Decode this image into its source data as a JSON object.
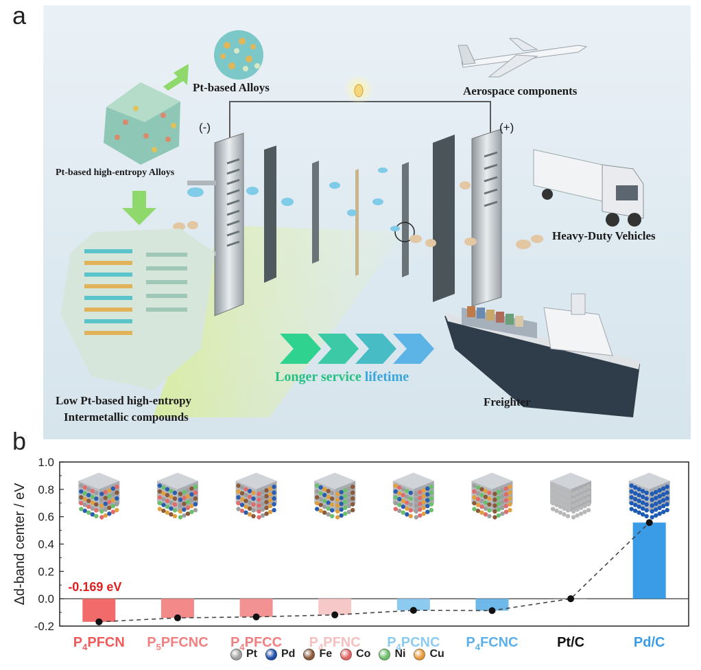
{
  "panel_a": {
    "letter": "a",
    "labels": {
      "pt_alloys": "Pt-based Alloys",
      "pt_hea": "Pt-based high-entropy Alloys",
      "low_pt_line1": "Low Pt-based high-entropy",
      "low_pt_line2": "Intermetallic compounds",
      "aerospace": "Aerospace components",
      "heavy_duty": "Heavy-Duty Vehicles",
      "freighter": "Freighter",
      "minus": "(-)",
      "plus": "(+)",
      "longer_service": "Longer service",
      "lifetime": "lifetime"
    }
  },
  "panel_b": {
    "letter": "b"
  },
  "chart_data": {
    "type": "bar",
    "categories": [
      "P4PFCN",
      "P5PFCNC",
      "P4PFCC",
      "P4PFNC",
      "P4PCNC",
      "P4FCNC",
      "Pt/C",
      "Pd/C"
    ],
    "category_display": [
      {
        "pre": "P",
        "sub": "4",
        "post": "PFCN"
      },
      {
        "pre": "P",
        "sub": "5",
        "post": "PFCNC"
      },
      {
        "pre": "P",
        "sub": "4",
        "post": "PFCC"
      },
      {
        "pre": "P",
        "sub": "4",
        "post": "PFNC"
      },
      {
        "pre": "P",
        "sub": "4",
        "post": "PCNC"
      },
      {
        "pre": "P",
        "sub": "4",
        "post": "FCNC"
      },
      {
        "pre": "Pt/C",
        "sub": "",
        "post": ""
      },
      {
        "pre": "Pd/C",
        "sub": "",
        "post": ""
      }
    ],
    "values": [
      -0.169,
      -0.14,
      -0.133,
      -0.118,
      -0.085,
      -0.087,
      0.0,
      0.557
    ],
    "bar_colors": [
      "#f26b6b",
      "#f28a8a",
      "#f29292",
      "#f7c8c8",
      "#8dcaf0",
      "#6fb8ea",
      "#888888",
      "#3a9be6"
    ],
    "label_colors": [
      "#f05a5a",
      "#f08080",
      "#f08080",
      "#f5c0c0",
      "#8dcaf0",
      "#5cb0ea",
      "#111111",
      "#3a9be6"
    ],
    "ylabel": "Δd-band center / eV",
    "ylim": [
      -0.2,
      1.0
    ],
    "yticks": [
      "1.0",
      "0.8",
      "0.6",
      "0.4",
      "0.2",
      "0.0",
      "-0.2"
    ],
    "ytick_values": [
      1.0,
      0.8,
      0.6,
      0.4,
      0.2,
      0.0,
      -0.2
    ],
    "annotation": "-0.169 eV",
    "annotation_color": "#e02020",
    "cube_colors": [
      [
        "#9e9e9e",
        "#2a5db0",
        "#8a5a3b",
        "#e06c6c",
        "#6cbf6c",
        "#e0a040"
      ],
      [
        "#9e9e9e",
        "#2a5db0",
        "#8a5a3b",
        "#e06c6c",
        "#6cbf6c",
        "#e0a040"
      ],
      [
        "#9e9e9e",
        "#2a5db0",
        "#8a5a3b",
        "#e06c6c",
        "#e0a040"
      ],
      [
        "#9e9e9e",
        "#2a5db0",
        "#8a5a3b",
        "#6cbf6c",
        "#e0a040"
      ],
      [
        "#9e9e9e",
        "#2a5db0",
        "#e06c6c",
        "#6cbf6c",
        "#e0a040"
      ],
      [
        "#9e9e9e",
        "#8a5a3b",
        "#e06c6c",
        "#6cbf6c",
        "#e0a040"
      ],
      [
        "#b8b8b8"
      ],
      [
        "#1f5bb5"
      ]
    ]
  },
  "legend": [
    {
      "label": "Pt",
      "color": "#a0a0a0"
    },
    {
      "label": "Pd",
      "color": "#1f4fa8"
    },
    {
      "label": "Fe",
      "color": "#8a5a3b"
    },
    {
      "label": "Co",
      "color": "#e06666"
    },
    {
      "label": "Ni",
      "color": "#6cbf6c"
    },
    {
      "label": "Cu",
      "color": "#e69a3a"
    }
  ]
}
